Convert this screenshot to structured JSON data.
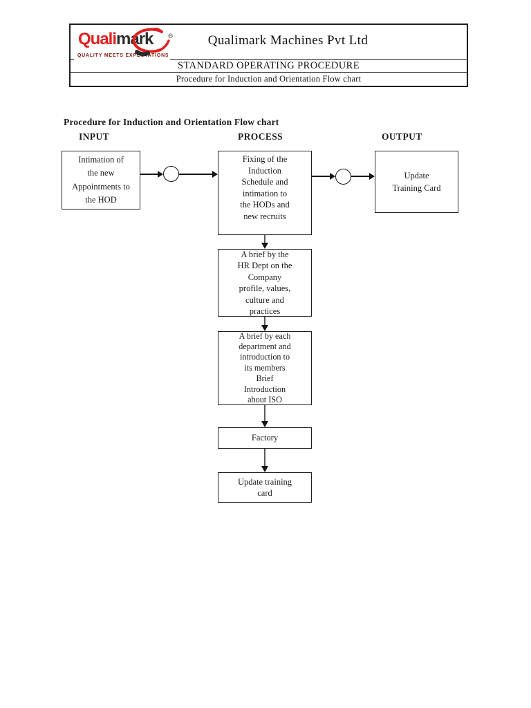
{
  "header": {
    "logo": {
      "brand_primary": "Quali",
      "brand_secondary": "mark",
      "registered": "®",
      "tagline": "QUALITY MEETS EXPECTATIONS"
    },
    "company_name": "Qualimark Machines Pvt Ltd",
    "document_type": "STANDARD OPERATING PROCEDURE",
    "document_title": "Procedure for Induction and Orientation Flow chart"
  },
  "flowchart": {
    "title": "Procedure for Induction and Orientation Flow chart",
    "column_headers": {
      "input": "INPUT",
      "process": "PROCESS",
      "output": "OUTPUT"
    },
    "nodes": {
      "input_box": "Intimation of\nthe new\nAppointments to\nthe HOD",
      "process_box_1": "Fixing of the\nInduction\nSchedule and\nintimation to\nthe HODs and\nnew recruits",
      "process_box_2": "A brief by the\nHR Dept on the\nCompany\nprofile, values,\nculture and\npractices",
      "process_box_3": "A brief by each\ndepartment and\nintroduction to\nits members\nBrief\nIntroduction\nabout ISO",
      "process_box_4": "Factory",
      "process_box_5": "Update training\ncard",
      "output_box": "Update\nTraining Card"
    }
  },
  "colors": {
    "brand_red": "#df1f1f",
    "brand_dark": "#2e2e2e",
    "tagline_maroon": "#7d170e",
    "line_black": "#141414"
  }
}
